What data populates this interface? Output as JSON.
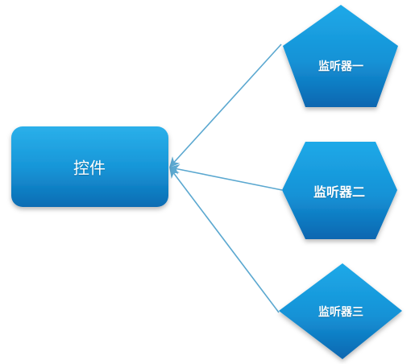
{
  "diagram": {
    "control": {
      "label": "控件"
    },
    "listeners": [
      {
        "label": "监听器一",
        "shape": "pentagon"
      },
      {
        "label": "监听器二",
        "shape": "hexagon"
      },
      {
        "label": "监听器三",
        "shape": "diamond"
      }
    ],
    "colors": {
      "fill_top": "#1aa6e6",
      "fill_bottom": "#0b6fb8",
      "arrow": "#5ba8d0"
    }
  }
}
